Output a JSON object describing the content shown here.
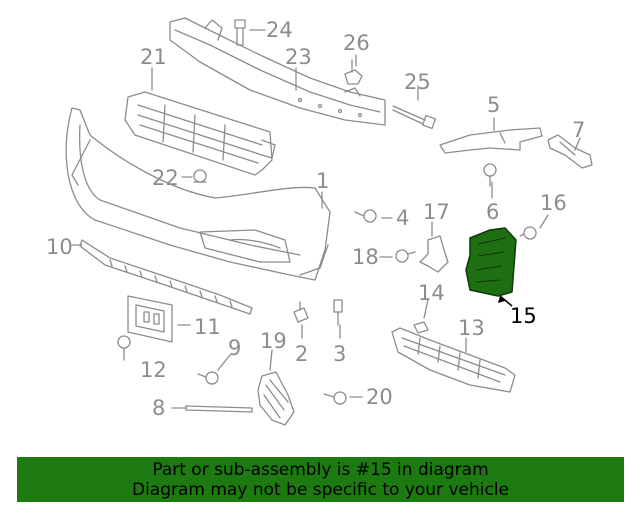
{
  "diagram": {
    "highlight_part": "15",
    "colors": {
      "part_stroke": "#8c8c8c",
      "highlight_fill": "#1e6e12",
      "highlight_stroke": "#0d3a08",
      "banner_bg": "#1c7a10"
    },
    "callouts": [
      "1",
      "2",
      "3",
      "4",
      "5",
      "6",
      "7",
      "8",
      "9",
      "10",
      "11",
      "12",
      "13",
      "14",
      "15",
      "16",
      "17",
      "18",
      "19",
      "20",
      "21",
      "22",
      "23",
      "24",
      "25",
      "26"
    ]
  },
  "banner": {
    "line1": "Part or sub-assembly is #15 in diagram",
    "line2": "Diagram may not be specific to your vehicle"
  }
}
